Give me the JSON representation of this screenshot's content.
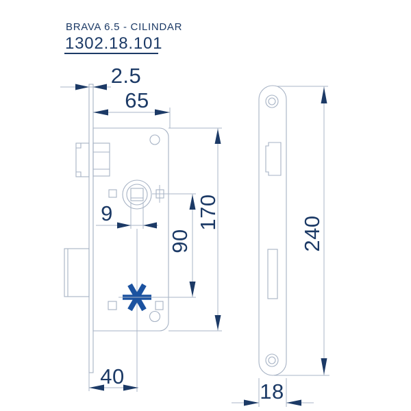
{
  "title": {
    "product": "BRAVA 6.5 - CILINDAR",
    "code": "1302.18.101"
  },
  "dimensions": {
    "plate_thickness": "2.5",
    "body_width": "65",
    "spindle_square": "9",
    "center_distance": "90",
    "body_height": "170",
    "backset": "40",
    "plate_height": "240",
    "plate_width": "18"
  },
  "icons": {
    "cylinder_marker": "asterisk-star"
  },
  "colors": {
    "background": "#ffffff",
    "geometry_line": "#a6b2c4",
    "dimension_navy": "#1c3a66",
    "marker_blue": "#1b52a0"
  }
}
